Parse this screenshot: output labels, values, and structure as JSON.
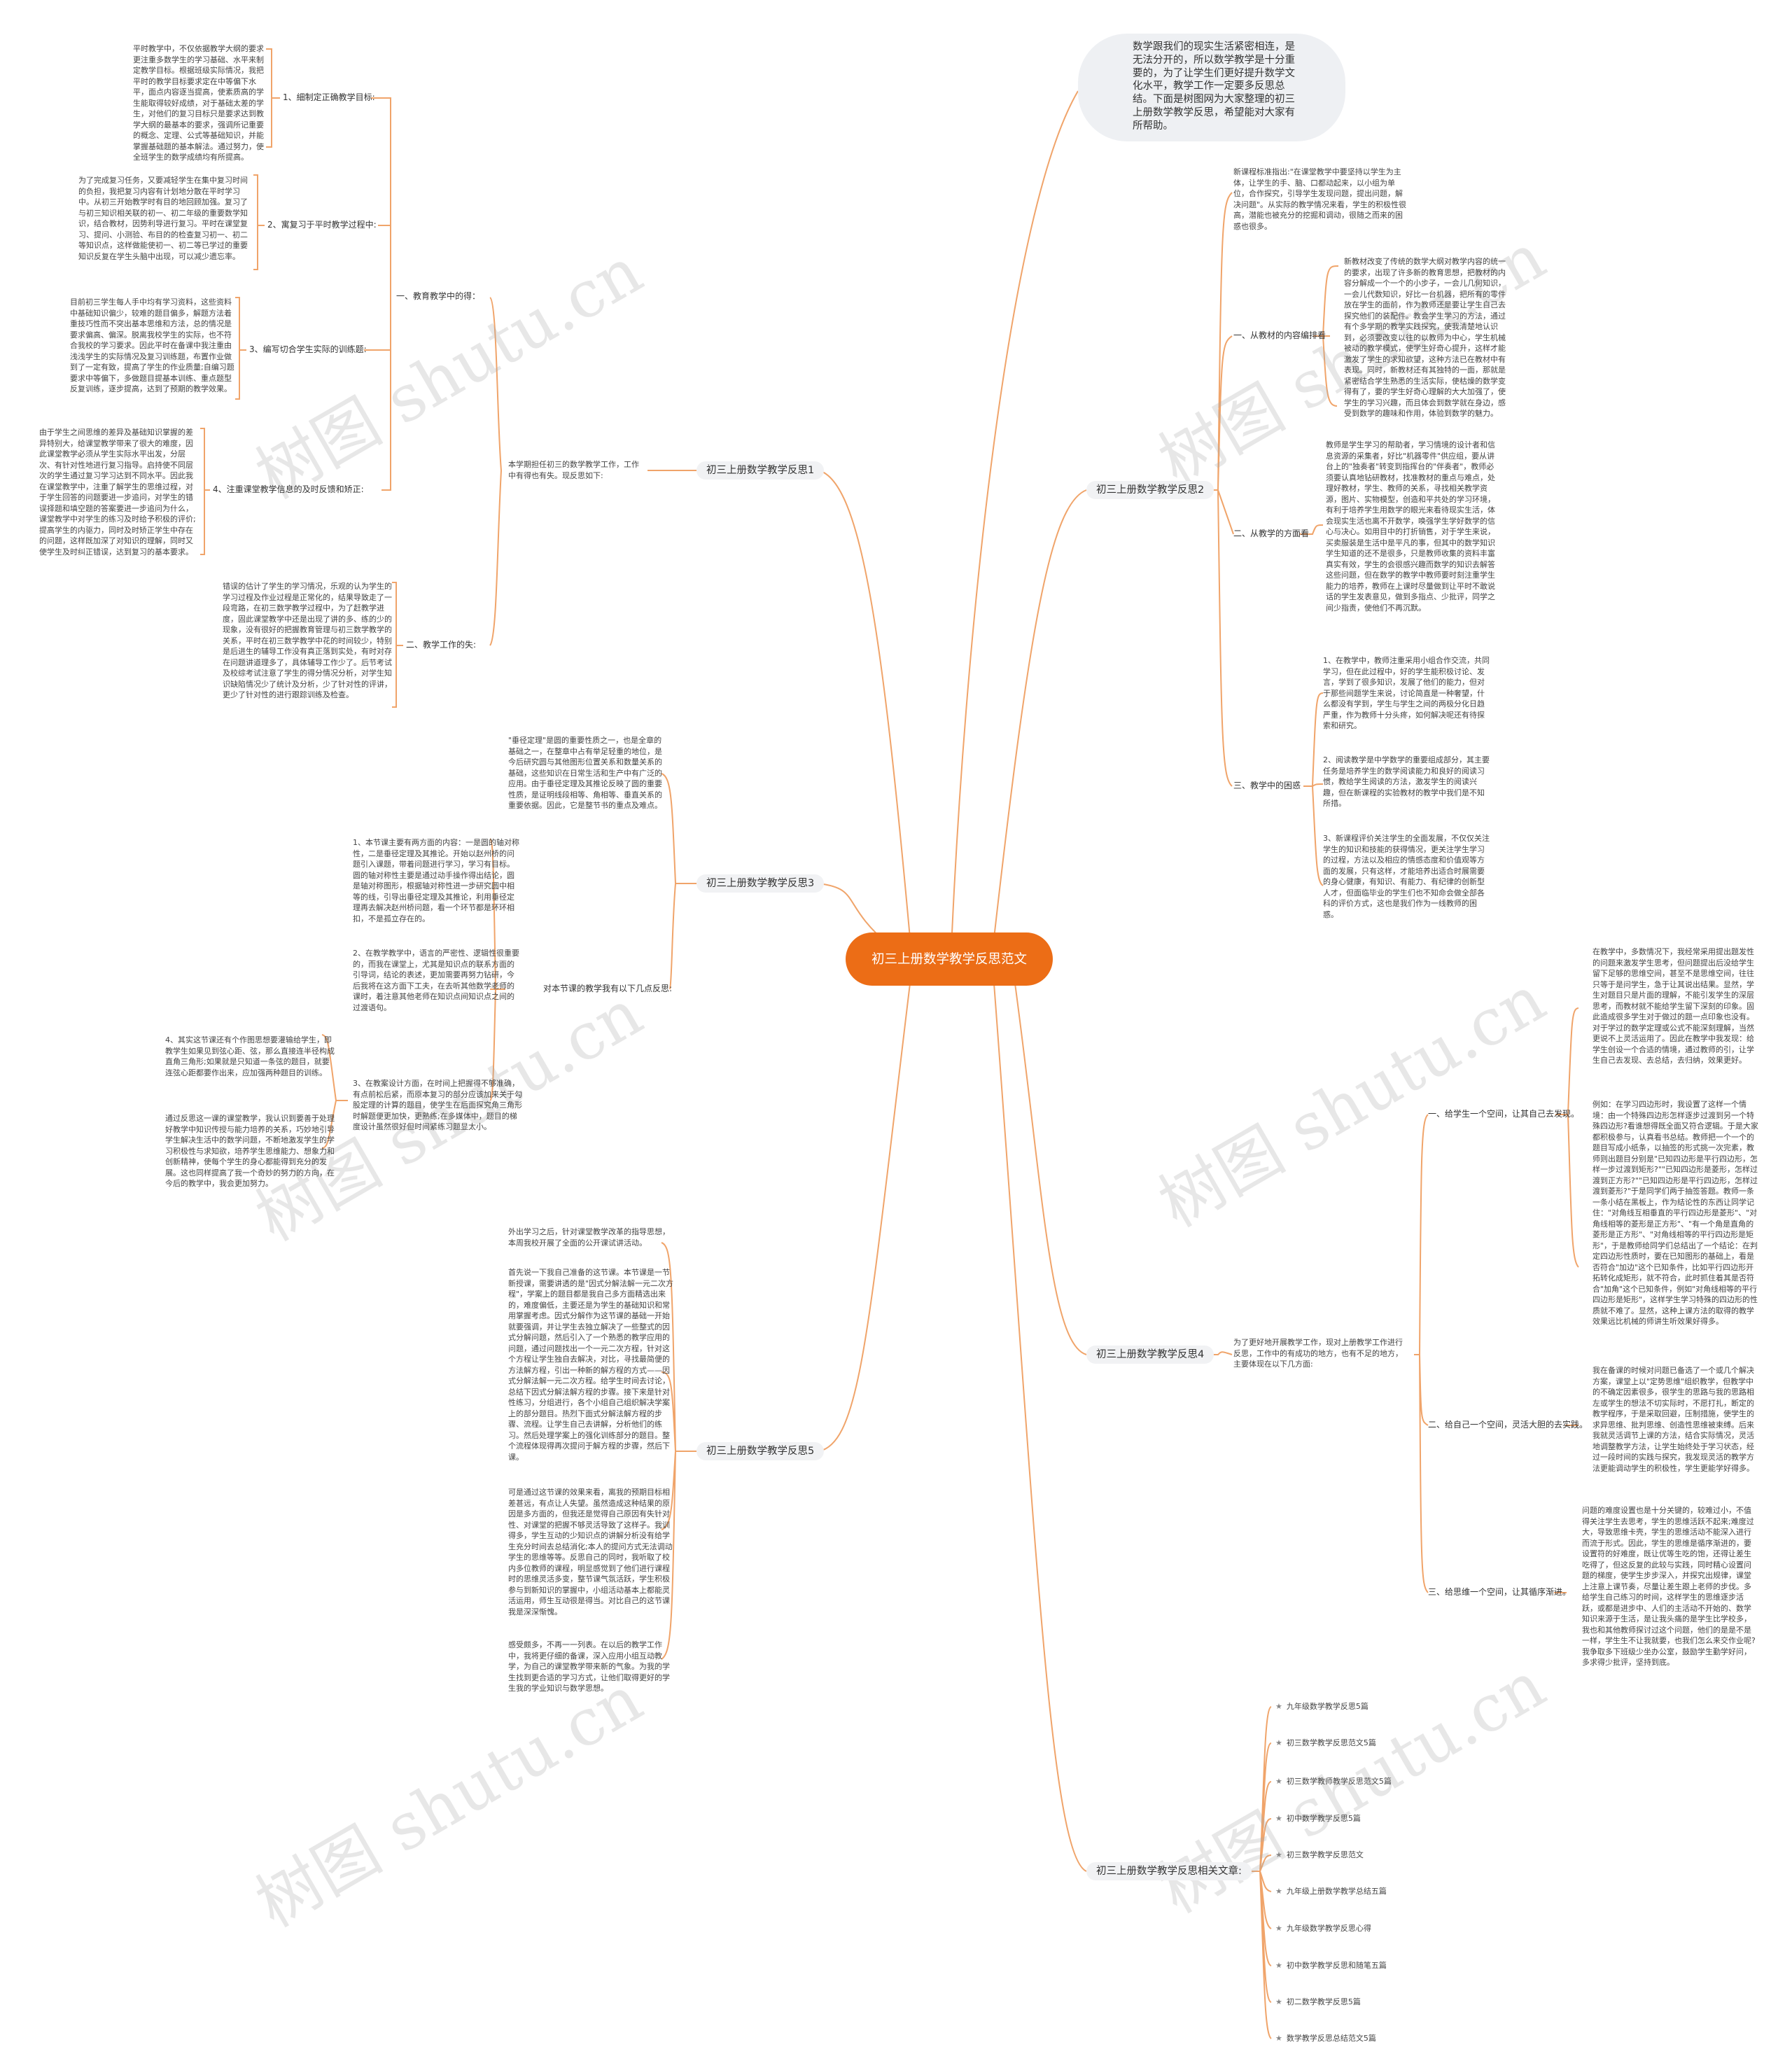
{
  "root": {
    "title": "初三上册数学教学反思范文"
  },
  "intro": {
    "text": "数学跟我们的现实生活紧密相连，是无法分开的，所以数学教学是十分重要的，为了让学生们更好提升数学文化水平，教学工作一定要多反思总结。下面是树图网为大家整理的初三上册数学教学反思，希望能对大家有所帮助。"
  },
  "watermark": {
    "text": "树图 shutu.cn"
  },
  "colors": {
    "root": "#ec6d16",
    "line": "#f0a46a",
    "branch_bg": "#f1f2f4"
  },
  "b1": {
    "title": "初三上册数学教学反思1",
    "desc": "本学期担任初三的数学教学工作，工作中有得也有失。现反思如下:",
    "s1": {
      "label": "一、教育教学中的得：",
      "items": [
        {
          "label": "1、細制定正确教学目标:",
          "text": "平时教学中，不仅依据教学大纲的要求更注重多数学生的学习基础、水平来制定教学目标。根据班级实际情况，我把平时的教学目标要求定在中等偏下水平，面点内容逐当提高，使素质高的学生能取得较好成绩，对于基础太差的学生，对他们的复习目标只是要求达到教学大纲的最基本的要求，强调所记重要的概念、定理、公式等基础知识，并能掌握基础题的基本解法。通过努力，使全班学生的数学成绩均有所提高。"
        },
        {
          "label": "2、寓复习于平时教学过程中:",
          "text": "为了完成复习任务，又要减轻学生在集中复习时间的负担，我把复习内容有计划地分散在平时学习中。从初三开始教学时有目的地回顾加强。复习了与初三知识相关联的初一、初二年级的重要数学知识，结合教材，因势利导进行复习。平时在课堂复习、提问、小测验、布目的的检查复习初一、初二等知识点，这样做能使初一、初二等已学过的重要知识反复在学生头脑中出现，可以减少遗忘率。"
        },
        {
          "label": "3、编写切合学生实际的训练题:",
          "text": "目前初三学生每人手中均有学习资料，这些资料中基础知识偏少，较难的题目偏多，解题方法着重技巧性而不突出基本思维和方法，总的情况是要求偏高、偏深。脱离我校学生的实际，也不符合我校的学习要求。因此平时在备课中我注重由浅浅学生的实际情况及复习训练题，布置作业做到了一定有致，提高了学生的作业质量;自编习题要求中等偏下，多做题目提基本训练、重点题型反复训练，逐步提高，达到了预期的教学效果。"
        },
        {
          "label": "4、注重课堂教学信息的及时反馈和矫正:",
          "text": "由于学生之间思维的差异及基础知识掌握的差异特别大，给课堂教学带来了很大的难度，因此课堂教学必须从学生实际水平出发，分层次、有针对性地进行复习指导。启持使不同层次的学生通过复习学习达到不同水平。因此我在课堂教学中，注重了解学生的思维过程，对于学生回答的问题要进一步追问，对学生的错误择题和填空题的答案要进一步追问为什么，课堂教学中对学生的练习及时给予积极的评价;提高学生的内驱力，同时及时矫正学生中存在的问题，这样既加深了对知识的理解，同时又使学生及时纠正错误，达到复习的基本要求。"
        }
      ]
    },
    "s2": {
      "label": "二、教学工作的失:",
      "text": "错误的估计了学生的学习情况，乐观的认为学生的学习过程及作业过程是正常化的，结果导致走了一段弯路，在初三数学教学过程中，为了赶教学进度，固此课堂教学中还是出现了讲的多、练的少的现象，没有很好的把握教育管理与初三数学教学的关系，平时在初三数学教学中花的时间较少，特别是后进生的辅导工作没有真正落到实处，有时对存在问题讲道理多了，具体辅导工作少了。后节考试及校综考试注意了学生的得分情况分析，对学生知识缺陷情况少了统计及分析，少了针对性的评讲，更少了针对性的进行跟踪训练及检查。"
    }
  },
  "b3": {
    "title": "初三上册数学教学反思3",
    "t1": "\"垂径定理\"是圆的重要性质之一，也是全章的基础之一，在整章中占有举足轻重的地位，是今后研究圆与其他图形位置关系和数量关系的基础，这些知识在日常生活和生产中有广泛的应用。由于垂径定理及其推论反映了圆的重要性质，是证明线段相等、角相等、垂直关系的重要依据。因此，它是整节书的重点及难点。",
    "desc": "对本节课的教学我有以下几点反思:",
    "p1": "1、本节课主要有两方面的内容：一是圆的轴对称性，二是垂径定理及其推论。开始以赵州桥的问题引入课题，带着问题进行学习，学习有目标。圆的轴对称性主要是通过动手操作得出结论，圆是轴对称图形，根据轴对称性进一步研究圆中相等的线，引导出垂径定理及其推论，利用垂径定理再去解决赵州桥问题，看一个环节都是环环相扣，不是孤立存在的。",
    "p2": "2、在教学教学中，语言的严密性、逻辑性很重要的，而我在课堂上，尤其是知识点的联系方面的引导词，结论的表述，更加需要再努力钻研，今后我将在这方面下工夫，在去听其他数学老师的课时，着注意其他老师在知识点间知识点之间的过渡语句。",
    "p3": "3、在教案设计方面，在时间上把握得不够准确，有点前松后紧，而原本复习的部分应该加来关于勾股定理的计算的题目，使学生在后面探究角三角形时解题便更加快，更熟练;在多媒体中，题目的梯度设计虽然很好但时间紧练习题显太小。",
    "p4": "4、其实这节课还有个作图思想要灌输给学生，即教学生如果见到弦心距、弦，那么直接连半径构成直角三角形;如果就是只知道一条弦的题目，就要连弦心距都要作出来，应加强两种题目的训练。",
    "p5": "通过反思这一课的课堂教学，我认识到要善于处理好教学中知识传授与能力培养的关系，巧妙地引导学生解决生活中的数学问题，不断地激发学生的学习积极性与求知欲，培养学生思维能力、想象力和创新精神，使每个学生的身心都能得到充分的发展。这也同样提高了我一个奇妙的努力的方向，在今后的教学中，我会更加努力。"
  },
  "b5": {
    "title": "初三上册数学教学反思5",
    "t1": "外出学习之后，针对课堂教学改革的指导思想，本周我校开展了全面的公开课试讲活动。",
    "t2": "首先说一下我自己准备的这节课。本节课是一节新授课，需要讲透的是\"因式分解法解一元二次方程\"，学案上的题目都是我自己多方面精选出来的，难度偏低，主要还是为学生的基础知识和常用掌握考虑。因式分解作为这节课的基础一开始就要强调，并让学生去独立解决了一些整式的因式分解问题，然后引入了一个熟悉的教学应用的问题，通过问题找出一个一元二次方程，针对这个方程让学生独自去解决，对比，寻找最简便的方法解方程，引出一种新的解方程的方式——因式分解法解一元二次方程。给学生时间去讨论，总结下因式分解法解方程的步骤。接下来是针对性练习，分组进行，各个小组自己组织解决学案上的部分题目。热烈下面式分解法解方程的步骤、流程。让学生自己去讲解，分析他们的练习。然后处理学案上的强化训练部分的题目。整个流程体现得再次提问于解方程的步骤，然后下课。",
    "t3": "可是通过这节课的效果来看，离我的预期目标相差甚远，有点让人失望。虽然造成这种结果的原因是多方面的，但我还是觉得自己原因有失针对性、对课堂的把握不够灵活导致了这样子。我训得多，学生互动的少知识点的讲解分析没有给学生充分时间去总结消化;本人的提问方式无法调动学生的思维等等。反思自己的同时，我听取了校内多位教师的课程，明显感觉到了他们进行课程时的思维灵活多变，整节课气氛活跃，学生积极参与到新知识的掌握中，小组活动基本上都能灵活运用，师生互动很是得当。对比自己的这节课我是深深惭愧。",
    "t4": "感受颇多，不再一一列表。在以后的教学工作中，我将更仔细的备课，深入应用小组互动教学，为自己的课堂教学带来新的气象。为我的学生找到更合适的学习方式，让他们取得更好的学生我的学业知识与数学思想。"
  },
  "b2": {
    "title": "初三上册数学教学反思2",
    "t0": "新课程标准指出:\"在课堂教学中要坚持以学生为主体，让学生的手、脑、口都动起来，以小组为单位，合作探究，引导学生发现问题，提出问题，解决问题\"。从实际的教学情况来看，学生的积极性很高，潜能也被充分的挖掘和调动，很随之而来的困惑也很多。",
    "s1": {
      "label": "一、从教材的内容编排看",
      "text": "新教材改变了传统的数学大纲对教学内容的统一的要求，出现了许多新的教育思想，把教材的内容分解成一个一个的小步子，一会儿几何知识，一会儿代数知识，好比一台机器，把所有的零件放在学生的面前，作为教师还是要让学生自己去探究他们的装配件。教会学生学习的方法，通过有个多学期的教学实践探究，使我清楚地认识到，必须要改变以往的以教师为中心，学生机械被动的教学模式，使学生好奇心提升，这样才能激发了学生的求知欲望，这种方法已在教材中有表现。同时，新教材还有其独特的一面，那就是紧密结合学生熟悉的生活实际，使枯燥的数学变得有了，要的学生好奇心理解的大大加强了，使学生的学习兴趣，而且体会到数学就在身边，感受到数学的趣味和作用，体验到数学的魅力。"
    },
    "s2": {
      "label": "二、从教学的方面看",
      "text": "教师是学生学习的帮助者，学习情境的设计者和信息资源的采集者，好比\"机器零件\"供应组，要从讲台上的\"独奏者\"转变到指挥台的\"伴奏者\"，教师必须要认真地钻研教材，找准教材的重点与难点，处理好教材，学生、教师的关系，寻找相关教学资源，图片、实物模型，创造和平共处的学习环境，有利于培养学生用数学的眼光来看待现实生活，体会现实生活也离不开数学，唤强学生学好数学的信心与决心。如用目中的打折销售，对于学生来说，买卖服装是生活中是平凡的事，但其中的数学知识学生知道的还不是很多，只是教师收集的资料丰富真实有效，学生的会很感兴趣而数学的知识去解答这些问题，但在数学的教学中教师要时刻注重学生能力的培养，教师在上课时尽量做到让平时不敢说话的学生发表意见，做到多指点、少批评，同学之间少指责，使他们不再沉默。"
    },
    "s3": {
      "label": "三、教学中的困惑",
      "p1": "1、在教学中，教师注重采用小组合作交流，共同学习，但在此过程中，好的学生能积极讨论、发言，学到了很多知识，发展了他们的能力，但对于那些间题学生来说，讨论简直是一种奢望，什么都没有学到，学生与学生之间的两极分化日趋严重，作为教师十分头疼，如何解决呢还有待探索和研究。",
      "p2": "2、阅读教学是中学数学的重要组成部分，其主要任务是培养学生的数学阅读能力和良好的阅读习惯，教给学生阅读的方法，激发学生的阅读兴趣，但在新课程的实验教材的教学中我们是不知所措。",
      "p3": "3、新课程评价关注学生的全面发展，不仅仅关注学生的知识和技能的获得情况，更关注学生学习的过程，方法以及相应的情感态度和价值观等方面的发展，只有这样，才能培养出适合时展需要的身心健康，有知识、有能力、有纪律的创新型人才，但面临毕业的学生们也不知命会做全部各科的评价方式，这也是我们作为一线教师的困惑。"
    }
  },
  "b4": {
    "title": "初三上册数学教学反思4",
    "desc": "为了更好地开展教学工作，现对上册教学工作进行反思，工作中的有成功的地方，也有不足的地方，主要体现在以下几方面:",
    "s1": {
      "label": "一、给学生一个空间，让其自己去发现。",
      "p1": "在教学中，多数情况下，我经常采用提出题发性的问题来激发学生思考，但问题提出后没给学生留下足够的思维空间，甚至不是思维空间，往往只等于是问学生，急于让其说出结果。显然，学生对题目只是片面的理解，不能引发学生的深层思考，而教材就不能给学生留下深刻的印象。固此造成很多学生对于做过的题一点印象也没有。对于学过的数学定理或公式不能深刻理解，当然更说不上灵活运用了。因此在教学中我发现：给学生创设一个合适的情境，通过教师的引，让学生自己去发现、去总结，去归纳，效果更好。",
      "p2": "例如：在学习四边形时，我设置了这样一个情境：由一个特殊四边形怎样逐步过渡到另一个特殊四边形?看谁想得既全面又符合逻辑。于是大家都积极参与，认真看书总结。教师把一个一个的题目写成小纸条，以抽签的形式挑一次完素，教师则出题目分别是\"已知四边形是平行四边形，怎样一步过渡到矩形?\"\"已知四边形是菱形，怎样过渡到正方形?\"\"已知四边形是平行四边形，怎样过渡到菱形?\"于是同学们两于抽签答题。教师一条一条小结在黑板上，作为结论性的东西让同学记住：\"对角线互相垂直的平行四边形是菱形\"、\"对角线相等的菱形是正方形\"、\"有一个角是直角的菱形是正方形\"、\"对角线相等的平行四边形是矩形\"，于是教师给同学们总结出了一个结论：在判定四边形性质时，要在已知图形的基础上，看是否符合\"加边\"这个已知条件，比如平行四边形开拓转化成矩形，就不符合，此时抓住着其是否符合\"加角\"这个已知条件，例如\"对角线相等的平行四边形是矩形\"，这样学生学习特殊的四边形的性质就不难了。显然，这种上课方法的取得的教学效果远比机械的师讲生听效果好得多。"
    },
    "s2": {
      "label": "二、给自己一个空间，灵活大胆的去实践。",
      "text": "我在备课的时候对问题已备选了一个或几个解决方案，课堂上以\"定势思维\"组织教学，但教学中的不确定因素很多，很学生的思路与我的思路相左或学生的想法不切实际时，不愿打扎，断定的教学程序，于是采取回避，压制措施，使学生的求异思维、批判思维、创造性思维被束缚。后来我就灵活调节上课的方法，结合实际情况，灵活地调整教学方法，让学生始终处于学习状态，经过一段时间的实践与探究，我发现灵活的教学方法更能调动学生的积极性，学生更能学好得多。"
    },
    "s3": {
      "label": "三、给思维一个空间，让其循序渐进。",
      "text": "问题的难度设置也是十分关键的，较难过小，不值得关注学生去思考，学生的思维活跃不起来;难度过大，导致思维卡壳，学生的思维活动不能深入进行而流于形式。因此，学生的思维是循序渐进的，要设置符的好难度，既让优等生吃的饱，还得让差生吃得了，但这反复的此较与实践，同时精心设置问题的梯度，使学生步步深入，并探究出规律，课堂上注意上课节奏，尽量让差生跟上老师的步伐。多给学生自己练习的时间，这样学生的思维逐步活跃，或都是进步中、人们的主活动不开始的、数学知识来源于生活，是让我头痛的是学生比学校多，我也和其他教师探讨过这个问题，他们的是是不是一样，学生生不让我就要，也我们怎么来交作业呢?我争取多下班级少坐办公室，鼓励学生勤学好问，多求得少批评，坚持到底。"
    }
  },
  "related": {
    "title": "初三上册数学教学反思相关文章:",
    "items": [
      "九年级数学教学反思5篇",
      "初三数学教学反思范文5篇",
      "初三数学教师教学反思范文5篇",
      "初中数学教学反思5篇",
      "初三数学教学反思范文",
      "九年级上册数学教学总结五篇",
      "九年级数学教学反思心得",
      "初中数学教学反思和随笔五篇",
      "初二数学教学反思5篇",
      "数学教学反思总结范文5篇"
    ]
  }
}
